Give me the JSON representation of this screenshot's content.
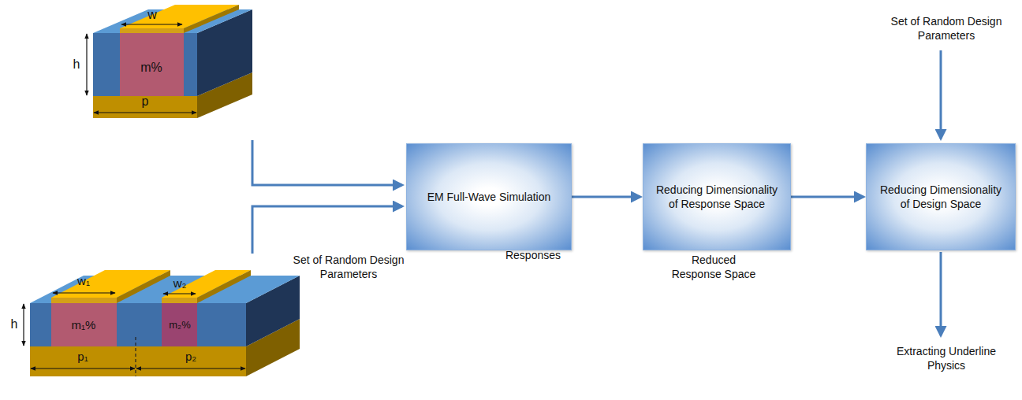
{
  "diagram": {
    "nodes": [
      {
        "text": [
          "EM Full-Wave Simulation"
        ]
      },
      {
        "text": [
          "Reducing Dimensionality of Response Space"
        ]
      },
      {
        "text": [
          "Reducing Dimensionality of Design Space"
        ]
      }
    ],
    "edges": [
      {
        "from": 0,
        "to": 1,
        "arrow": "to"
      },
      {
        "from": 1,
        "to": 2,
        "arrow": "to"
      }
    ],
    "labels": [
      "w",
      "h",
      "m%",
      "p",
      "w₁",
      "w₂",
      "h",
      "m₁%",
      "m₂%",
      "p₁",
      "p₂",
      "Set of Random Design Parameters",
      "Responses",
      "Reduced Response Space",
      "Set of Random Design Parameters",
      "Extracting Underline Physics"
    ]
  }
}
